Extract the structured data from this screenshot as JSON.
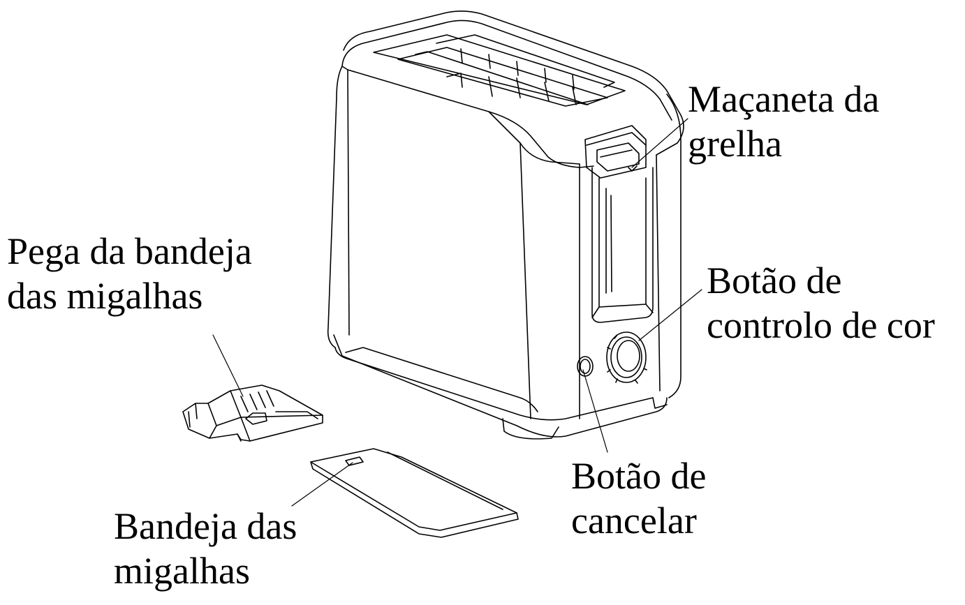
{
  "labels": {
    "lever": {
      "line1": "Maçaneta  da",
      "line2": "grelha"
    },
    "tray_handle": {
      "line1": "Pega da bandeja",
      "line2": "das migalhas"
    },
    "color_control": {
      "line1": "Botão de",
      "line2": "controlo de cor"
    },
    "cancel": {
      "line1": "Botão de",
      "line2": "cancelar"
    },
    "crumb_tray": {
      "line1": "Bandeja das",
      "line2": "migalhas"
    }
  },
  "colors": {
    "ink": "#000000",
    "background": "#ffffff"
  }
}
